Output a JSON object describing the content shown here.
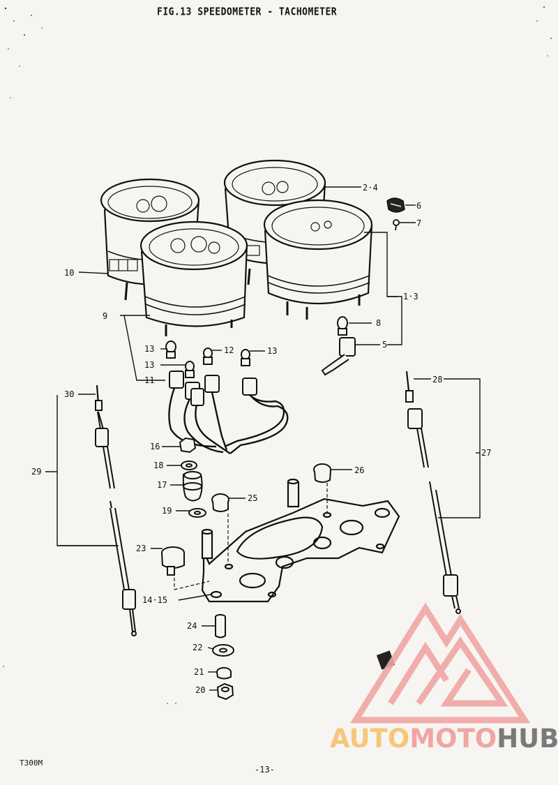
{
  "title": "FIG.13  SPEEDOMETER - TACHOMETER",
  "footer": {
    "model": "T300M",
    "page": "-13-"
  },
  "watermark": {
    "part1": "AUTO",
    "part2": "MOTO",
    "part3": "HUB",
    "color1": "#f6c77b",
    "color2": "#f0a6a4",
    "color3": "#7a7a7a"
  },
  "labels": {
    "l24": "2·4",
    "l6": "6",
    "l7": "7",
    "l10": "10",
    "l13a": "1·3",
    "l9": "9",
    "l8": "8",
    "l13b": "13",
    "l12": "12",
    "l13c": "13",
    "l5": "5",
    "l13d": "13",
    "l11": "11",
    "l30": "30",
    "l28": "28",
    "l27": "27",
    "l29": "29",
    "l16": "16",
    "l18": "18",
    "l17": "17",
    "l26": "26",
    "l25": "25",
    "l19": "19",
    "l23": "23",
    "l1415": "14·15",
    "l24b": "24",
    "l22": "22",
    "l21": "21",
    "l20": "20"
  }
}
